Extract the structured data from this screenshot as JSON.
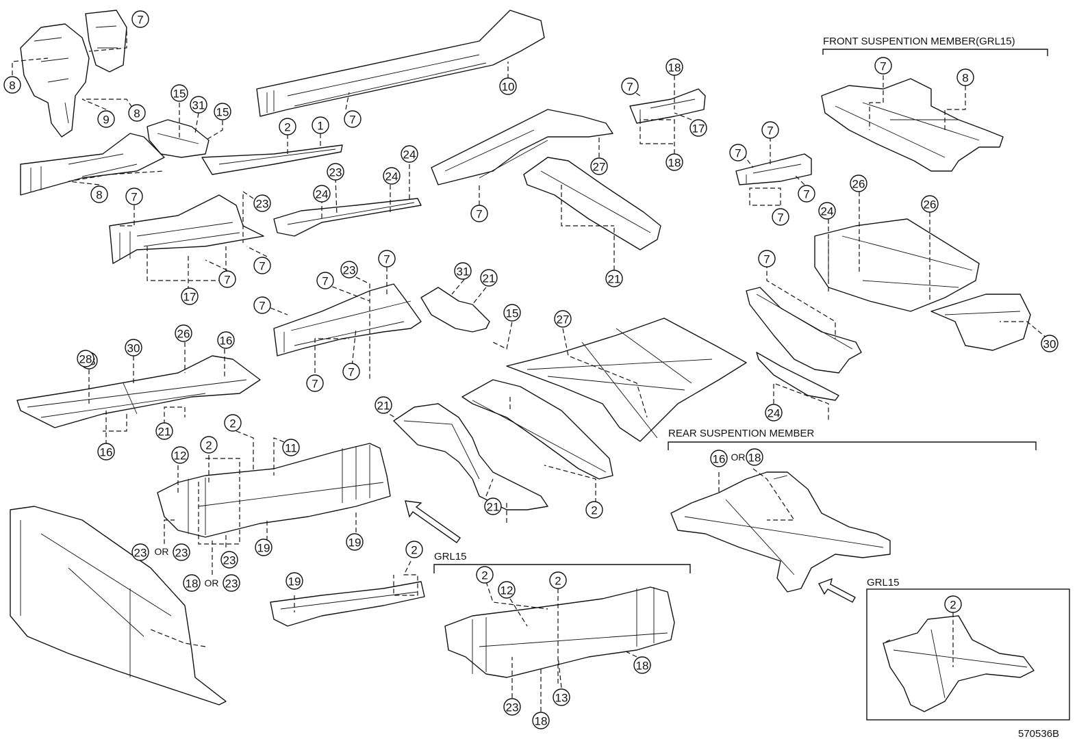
{
  "sections": {
    "front_suspension": "FRONT SUSPENTION MEMBER(GRL15)",
    "rear_suspension": "REAR SUSPENTION MEMBER",
    "grl15_center": "GRL15",
    "grl15_inset": "GRL15"
  },
  "or_label": "OR",
  "figure_id": "570536B",
  "callouts": [
    "7",
    "8",
    "9",
    "8",
    "8",
    "15",
    "31",
    "15",
    "10",
    "7",
    "2",
    "1",
    "7",
    "7",
    "7",
    "17",
    "18",
    "18",
    "7",
    "8",
    "27",
    "24",
    "23",
    "24",
    "24",
    "7",
    "7",
    "17",
    "23",
    "7",
    "7",
    "7",
    "24",
    "26",
    "26",
    "21",
    "7",
    "23",
    "7",
    "7",
    "7",
    "31",
    "21",
    "15",
    "27",
    "7",
    "7",
    "7",
    "30",
    "24",
    "28",
    "30",
    "28",
    "26",
    "16",
    "16",
    "21",
    "21",
    "21",
    "2",
    "12",
    "2",
    "2",
    "11",
    "16",
    "18",
    "23",
    "23",
    "23",
    "18",
    "23",
    "19",
    "19",
    "19",
    "2",
    "2",
    "12",
    "2",
    "18",
    "23",
    "18",
    "13",
    "2"
  ]
}
